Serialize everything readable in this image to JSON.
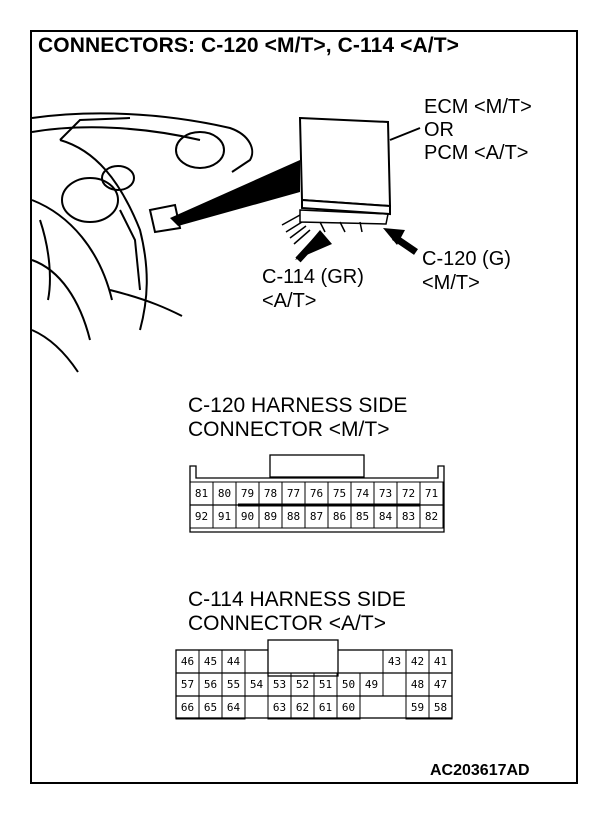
{
  "title": "CONNECTORS: C-120 <M/T>, C-114 <A/T>",
  "ecm_label": [
    "ECM <M/T>",
    "OR",
    "PCM <A/T>"
  ],
  "c120_callout": [
    "C-120 (G)",
    "<M/T>"
  ],
  "c114_callout": [
    "C-114 (GR)",
    "<A/T>"
  ],
  "c120_heading": [
    "C-120 HARNESS SIDE",
    "CONNECTOR <M/T>"
  ],
  "c114_heading": [
    "C-114 HARNESS SIDE",
    "CONNECTOR <A/T>"
  ],
  "c120_rows": [
    [
      "81",
      "80",
      "79",
      "78",
      "77",
      "76",
      "75",
      "74",
      "73",
      "72",
      "71"
    ],
    [
      "92",
      "91",
      "90",
      "89",
      "88",
      "87",
      "86",
      "85",
      "84",
      "83",
      "82"
    ]
  ],
  "c114_rows": [
    [
      "46",
      "45",
      "44",
      "",
      "",
      "",
      "",
      "",
      "",
      "43",
      "42",
      "41"
    ],
    [
      "57",
      "56",
      "55",
      "54",
      "53",
      "52",
      "51",
      "50",
      "49",
      "",
      "48",
      "47"
    ],
    [
      "66",
      "65",
      "64",
      "",
      "63",
      "62",
      "61",
      "60",
      "",
      "",
      "59",
      "58"
    ]
  ],
  "figure_code": "AC203617AD"
}
